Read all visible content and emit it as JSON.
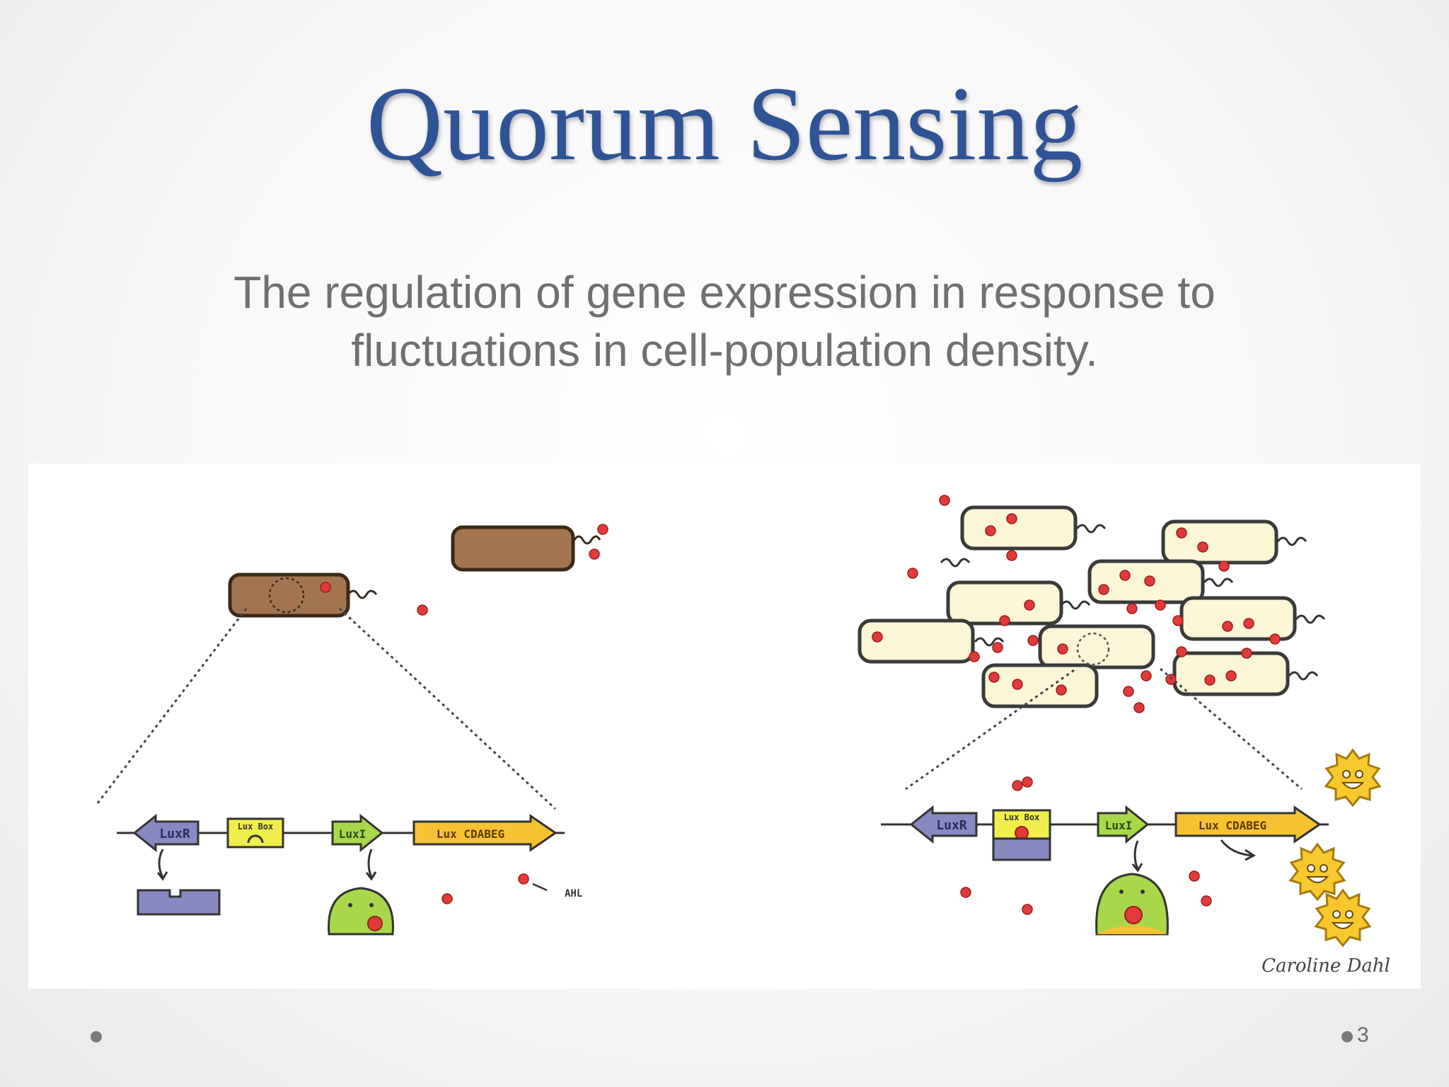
{
  "slide": {
    "title": "Quorum Sensing",
    "subtitle_line1": "The regulation of gene expression in response to",
    "subtitle_line2": "fluctuations in cell-population density.",
    "page_number": "3"
  },
  "diagram": {
    "genes": [
      "LuxR",
      "Lux Box",
      "LuxI",
      "Lux CDABEG"
    ],
    "ahl_label": "AHL",
    "signature": "Caroline Dahl"
  },
  "colors": {
    "title": "#2f5496",
    "subtitle": "#707070",
    "cell_low_density": "#a27550",
    "cell_high_density": "#fbf6d6",
    "luxr_arrow": "#8889c0",
    "lux_box": "#f1ee4c",
    "luxi_arrow": "#a8d84a",
    "lux_cdabeg_arrow": "#f5c232",
    "ahl_molecule": "#e23a3a",
    "glow_sun": "#f7c92f"
  },
  "icons": [
    "bacteria-cell-icon",
    "ahl-molecule-icon",
    "protein-luxr-icon",
    "luxi-synthase-icon",
    "light-sun-icon"
  ]
}
